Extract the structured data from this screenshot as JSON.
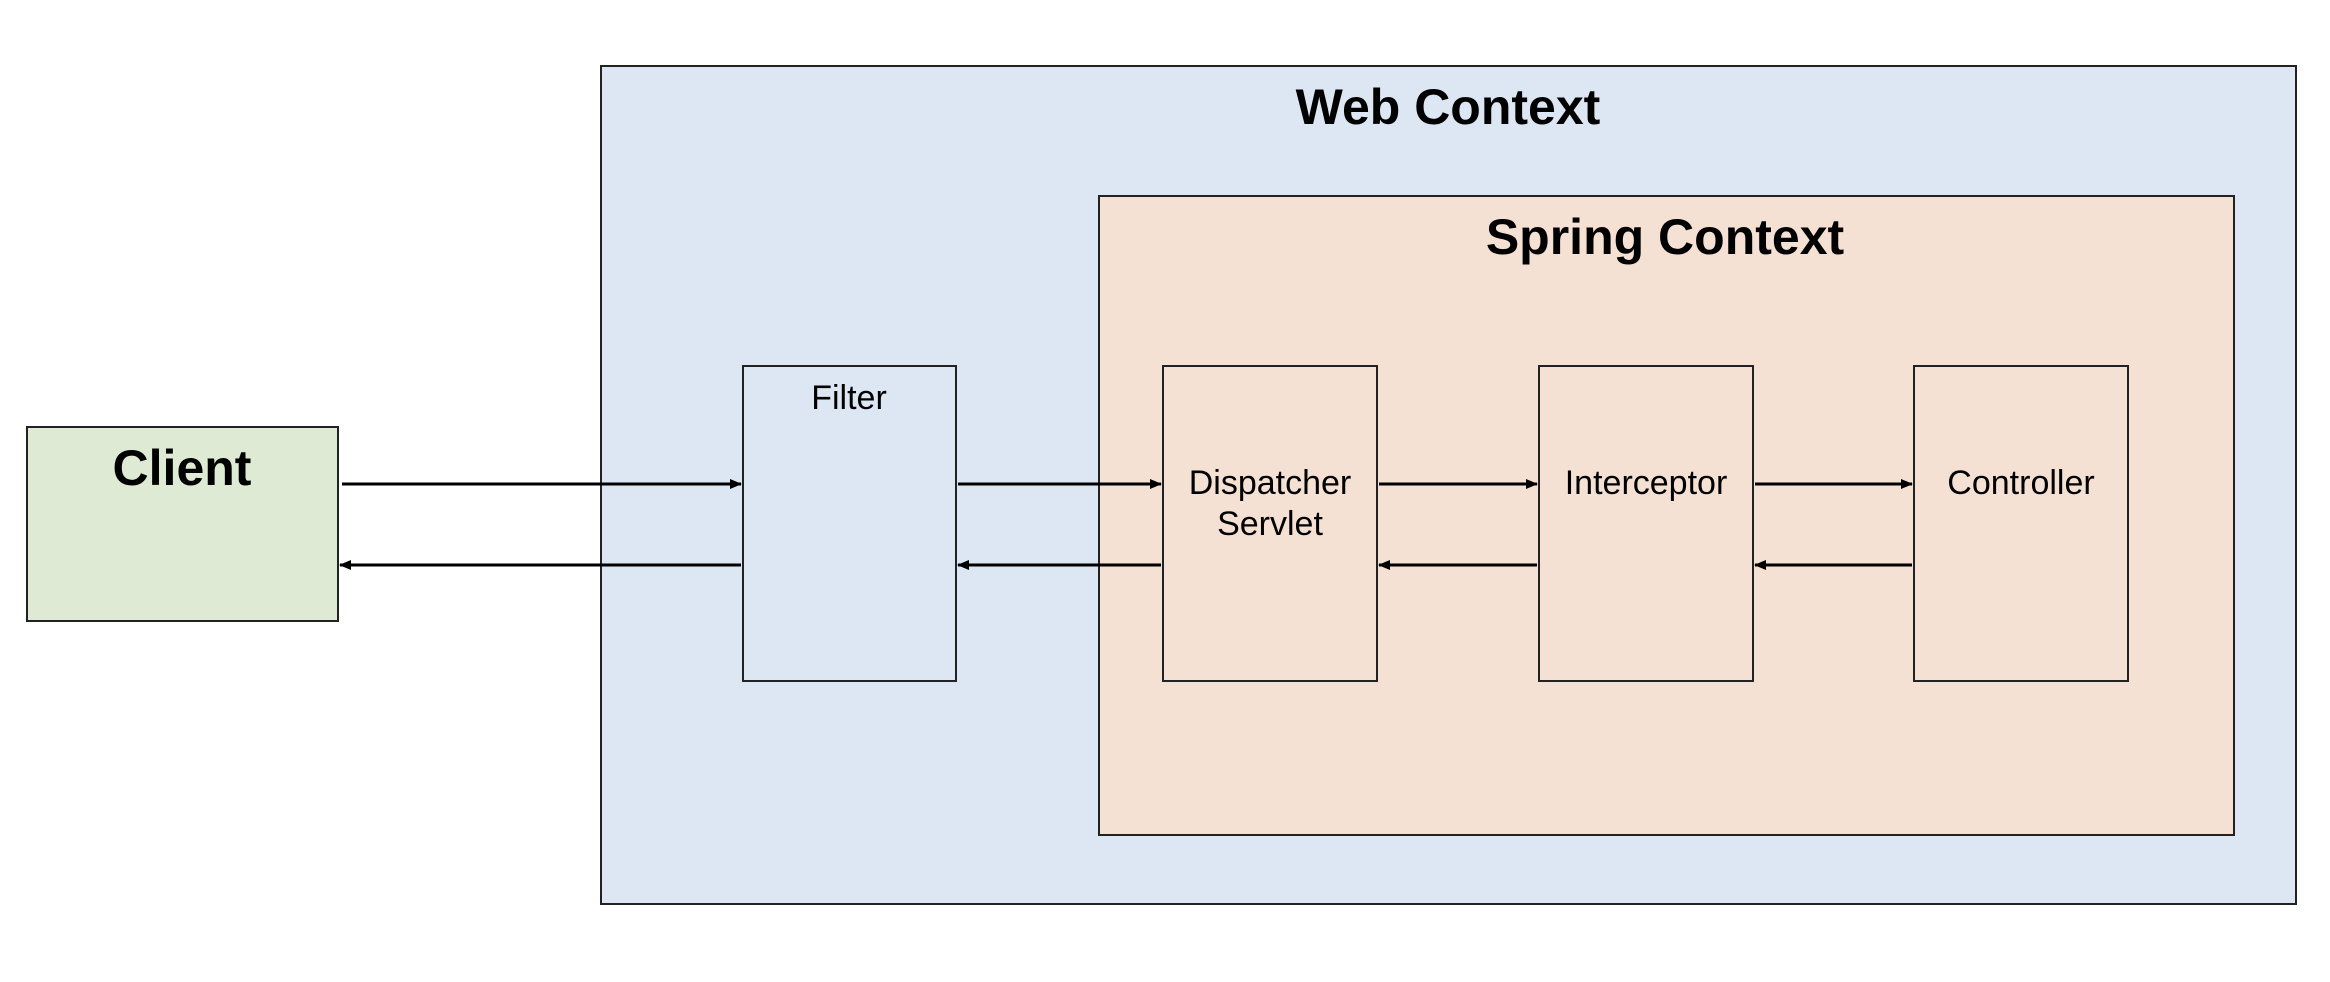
{
  "client": {
    "label": "Client",
    "fill": "#dfead4"
  },
  "web_context": {
    "label": "Web Context",
    "fill": "#dce7f3"
  },
  "spring_context": {
    "label": "Spring Context",
    "fill": "#f5e0d4"
  },
  "filter": {
    "label": "Filter",
    "fill": "#dce7f3"
  },
  "dispatcher_servlet": {
    "label_line1": "Dispatcher",
    "label_line2": "Servlet",
    "fill": "#f5e0d4"
  },
  "interceptor": {
    "label": "Interceptor",
    "fill": "#f5e0d4"
  },
  "controller": {
    "label": "Controller",
    "fill": "#f5e0d4"
  },
  "stroke": "#222222"
}
